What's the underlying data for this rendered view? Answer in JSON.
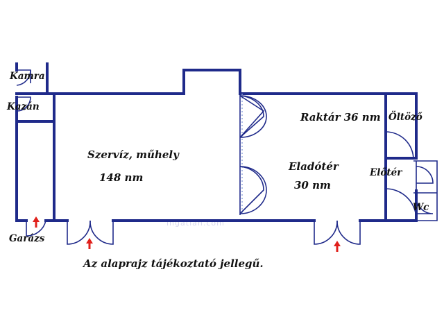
{
  "rooms": {
    "kamra": "Kamra",
    "kazan": "Kazán",
    "garazs": "Garázs",
    "szerviz": "Szervíz, műhely",
    "szerviz_area": "148 nm",
    "raktar": "Raktár 36 nm",
    "oltozo": "Öltöző",
    "eladoter": "Eladótér",
    "eladoter_area": "30 nm",
    "eloter": "Előtér",
    "wc": "Wc"
  },
  "note": "Az alaprajz tájékoztató jellegű.",
  "watermark": "ingatlan.com",
  "colors": {
    "wall": "#1f2a8a",
    "entrance_arrow": "#e0201b"
  }
}
